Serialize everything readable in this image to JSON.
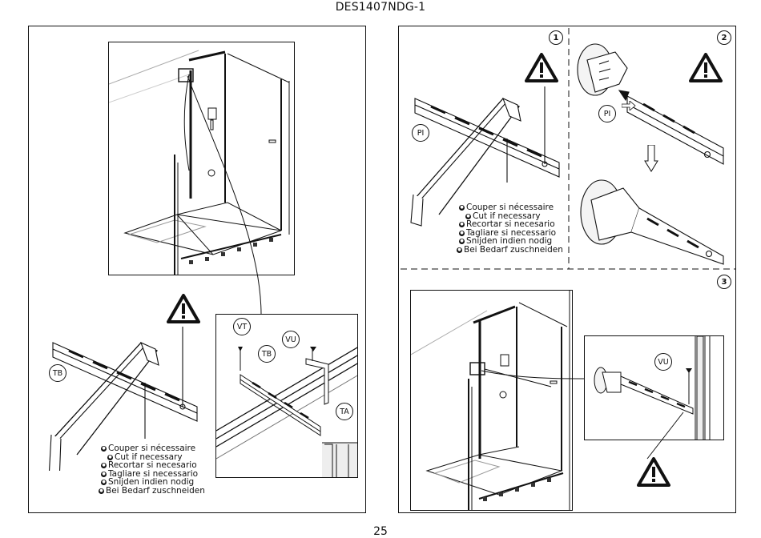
{
  "document": {
    "code": "DES1407NDG-1",
    "page_number": "25"
  },
  "labels": {
    "tb": "TB",
    "vt": "VT",
    "vu": "VU",
    "ta": "TA",
    "pi": "PI"
  },
  "steps": {
    "s1": "1",
    "s2": "2",
    "s3": "3"
  },
  "cut_instructions": [
    "Couper si nécessaire",
    "Cut if necessary",
    "Recortar si necesario",
    "Tagliare si necessario",
    "Snijden indien nodig",
    "Bei Bedarf zuschneiden"
  ],
  "icons": [
    "warning-icon",
    "down-arrow-icon",
    "right-arrow-icon"
  ]
}
